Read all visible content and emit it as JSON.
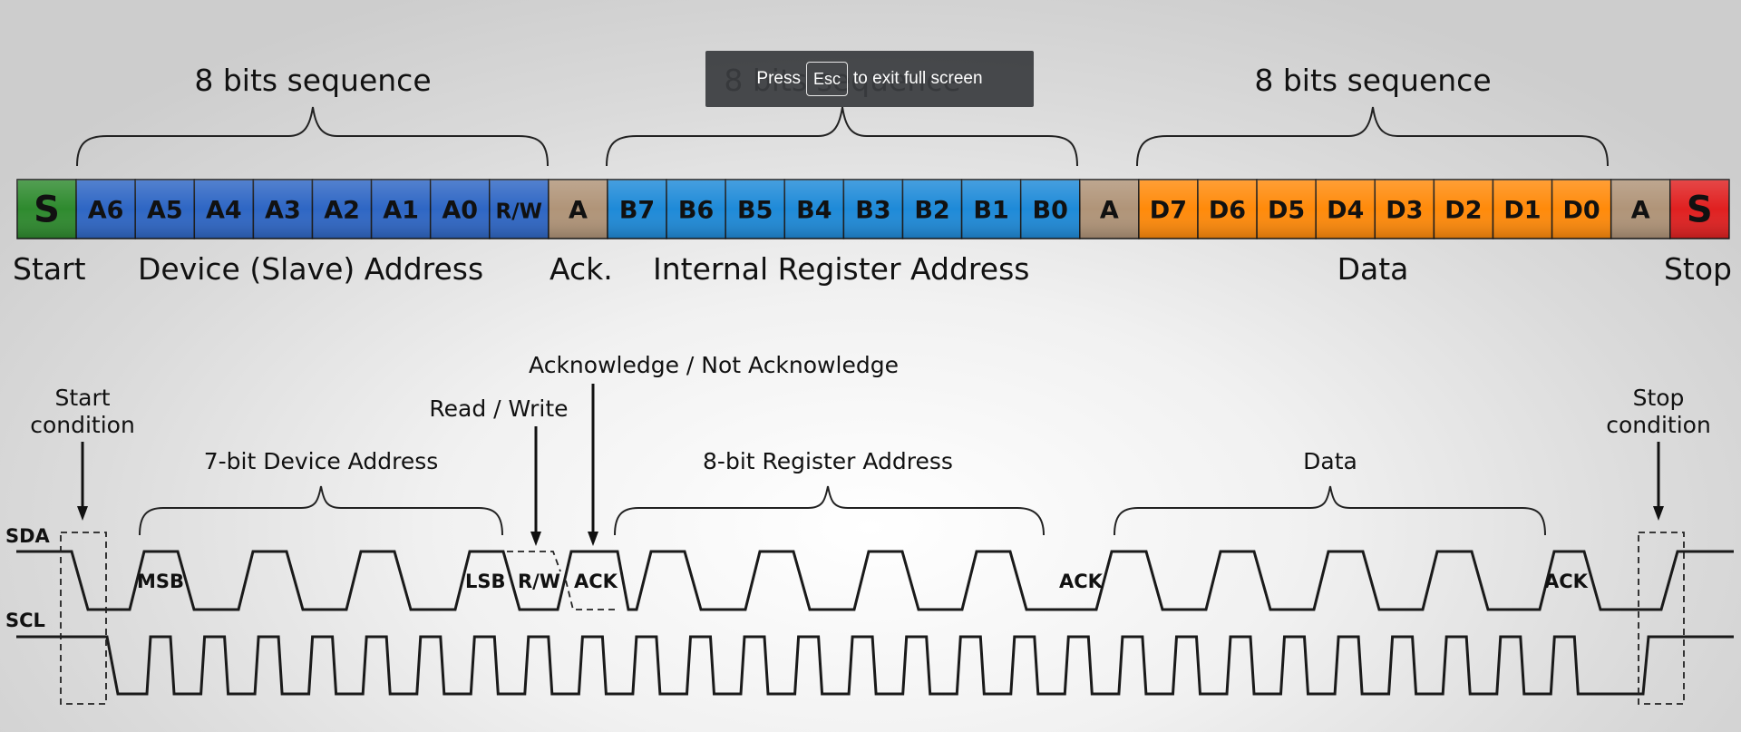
{
  "frame": {
    "cells": [
      {
        "label": "S",
        "kind": "start"
      },
      {
        "label": "A6",
        "kind": "addr"
      },
      {
        "label": "A5",
        "kind": "addr"
      },
      {
        "label": "A4",
        "kind": "addr"
      },
      {
        "label": "A3",
        "kind": "addr"
      },
      {
        "label": "A2",
        "kind": "addr"
      },
      {
        "label": "A1",
        "kind": "addr"
      },
      {
        "label": "A0",
        "kind": "addr"
      },
      {
        "label": "R/W",
        "kind": "addr"
      },
      {
        "label": "A",
        "kind": "ack"
      },
      {
        "label": "B7",
        "kind": "reg"
      },
      {
        "label": "B6",
        "kind": "reg"
      },
      {
        "label": "B5",
        "kind": "reg"
      },
      {
        "label": "B4",
        "kind": "reg"
      },
      {
        "label": "B3",
        "kind": "reg"
      },
      {
        "label": "B2",
        "kind": "reg"
      },
      {
        "label": "B1",
        "kind": "reg"
      },
      {
        "label": "B0",
        "kind": "reg"
      },
      {
        "label": "A",
        "kind": "ack"
      },
      {
        "label": "D7",
        "kind": "data"
      },
      {
        "label": "D6",
        "kind": "data"
      },
      {
        "label": "D5",
        "kind": "data"
      },
      {
        "label": "D4",
        "kind": "data"
      },
      {
        "label": "D3",
        "kind": "data"
      },
      {
        "label": "D2",
        "kind": "data"
      },
      {
        "label": "D1",
        "kind": "data"
      },
      {
        "label": "D0",
        "kind": "data"
      },
      {
        "label": "A",
        "kind": "ack"
      },
      {
        "label": "S",
        "kind": "stop"
      }
    ],
    "colors": {
      "start": "#2e8a2e",
      "addr": "#2e66c4",
      "ack": "#b09478",
      "reg": "#1e8ad8",
      "data": "#ff8a0a",
      "stop": "#e02020"
    },
    "sequence_label": "8 bits sequence",
    "labels": {
      "start": "Start",
      "device_address": "Device (Slave) Address",
      "ack": "Ack.",
      "internal_register_address": "Internal Register Address",
      "data": "Data",
      "stop": "Stop"
    }
  },
  "timing": {
    "start_condition": "Start\ncondition",
    "stop_condition": "Stop\ncondition",
    "read_write": "Read / Write",
    "ack_nack": "Acknowledge / Not Acknowledge",
    "device_address_7bit": "7-bit Device Address",
    "register_address_8bit": "8-bit Register Address",
    "data": "Data",
    "sda": "SDA",
    "scl": "SCL",
    "msb": "MSB",
    "lsb": "LSB",
    "rw": "R/W",
    "ack": "ACK"
  },
  "overlay": {
    "press": "Press",
    "key": "Esc",
    "message": "to exit full screen"
  }
}
